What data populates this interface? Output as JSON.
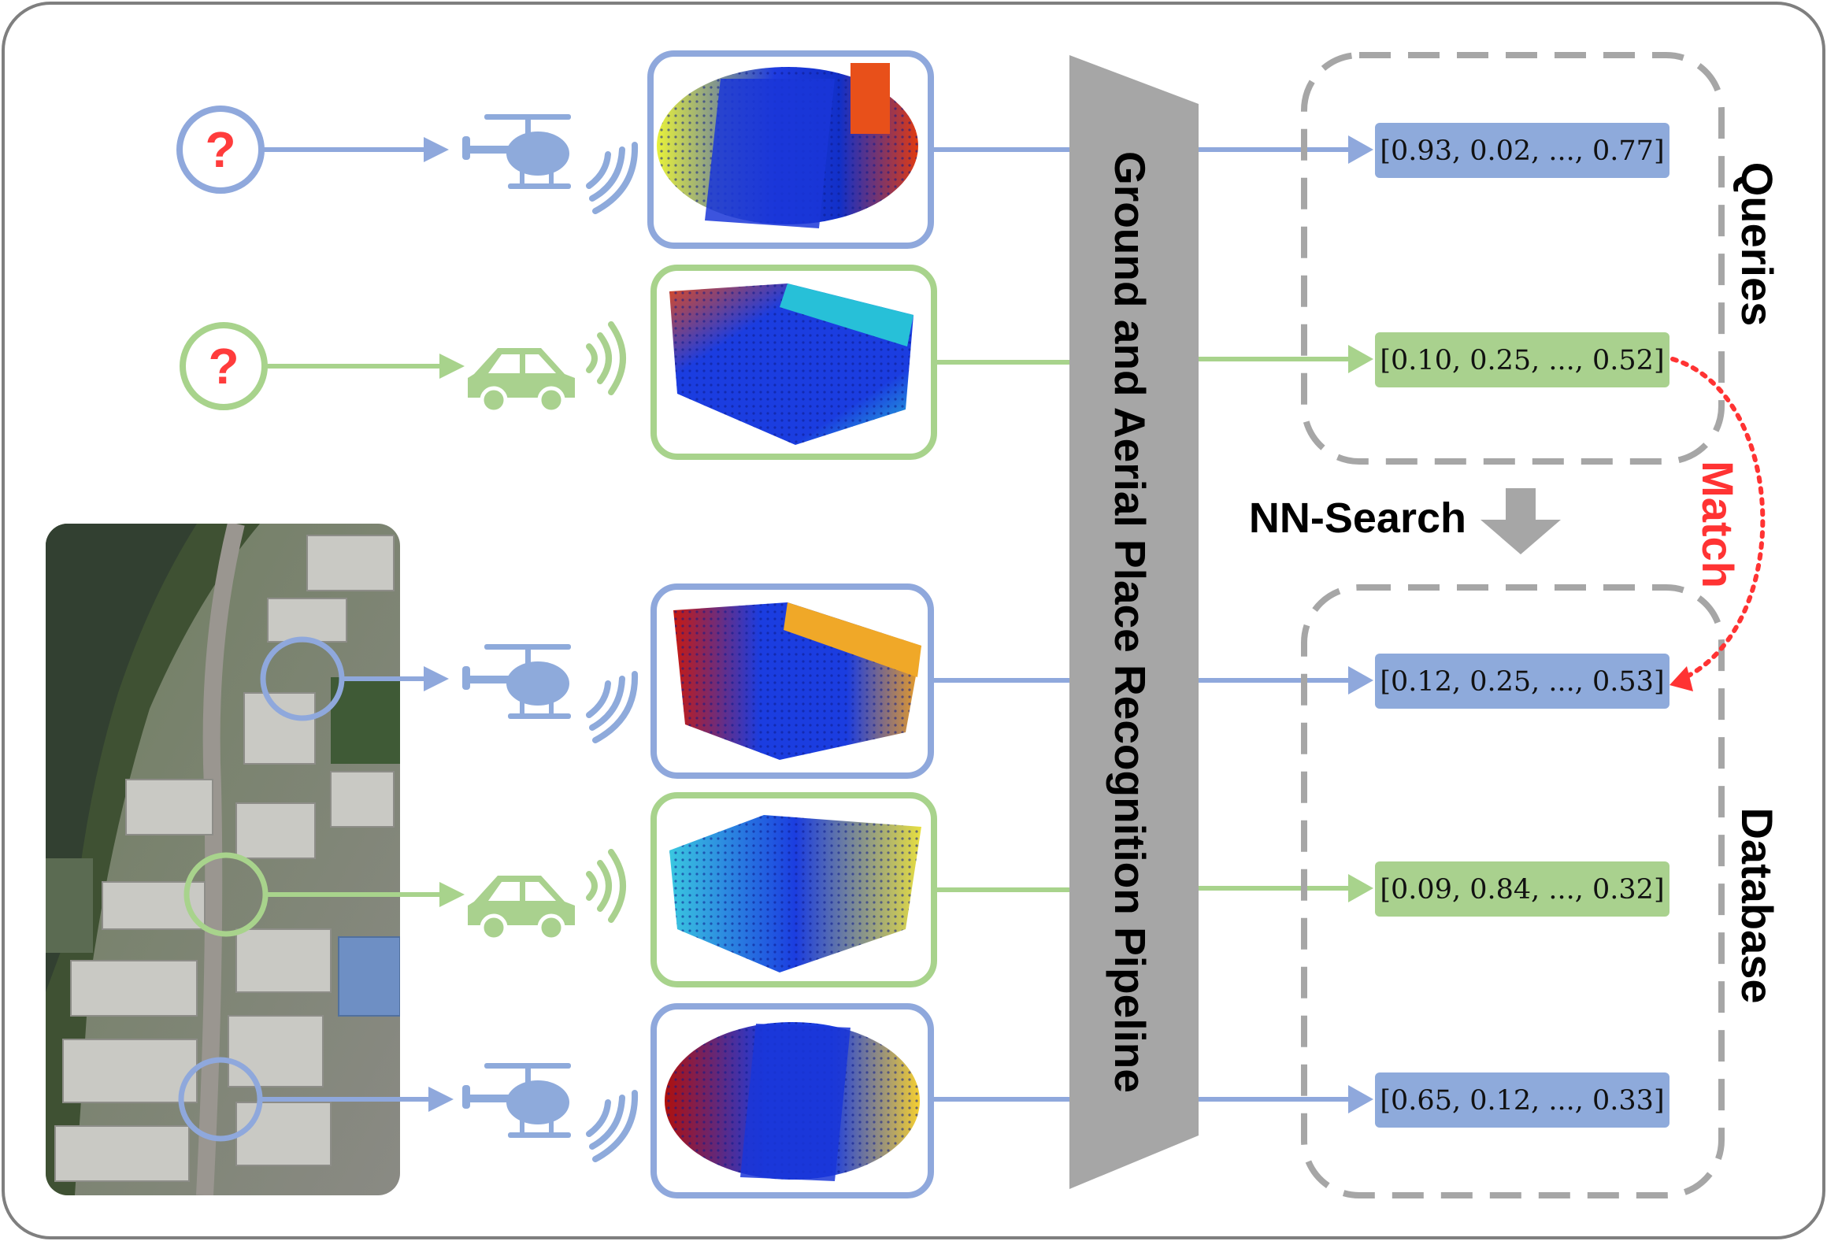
{
  "pipeline": {
    "label": "Ground and Aerial Place Recognition Pipeline"
  },
  "queries": {
    "label": "Queries",
    "unknown_marks": [
      "?",
      "?"
    ]
  },
  "search": {
    "label": "NN-Search"
  },
  "match": {
    "label": "Match"
  },
  "database": {
    "label": "Database"
  },
  "vectors": {
    "q_aerial": "[0.93, 0.02, ..., 0.77]",
    "q_ground": "[0.10, 0.25, ..., 0.52]",
    "db_aerial_1": "[0.12, 0.25, ..., 0.53]",
    "db_ground": "[0.09, 0.84, ..., 0.32]",
    "db_aerial_2": "[0.65, 0.12, ..., 0.33]"
  },
  "colors": {
    "aerial": "#8fa8dc",
    "ground": "#a8d38c",
    "aerial_fill": "#8eaadb",
    "ground_fill": "#a9d18e",
    "pipeline": "#a6a6a6",
    "match": "#ff3333",
    "dash": "#a6a6a6"
  },
  "icons": {
    "aerial": "helicopter-icon",
    "ground": "car-icon",
    "signal": "signal-waves-icon",
    "unknown": "question-mark-icon"
  }
}
